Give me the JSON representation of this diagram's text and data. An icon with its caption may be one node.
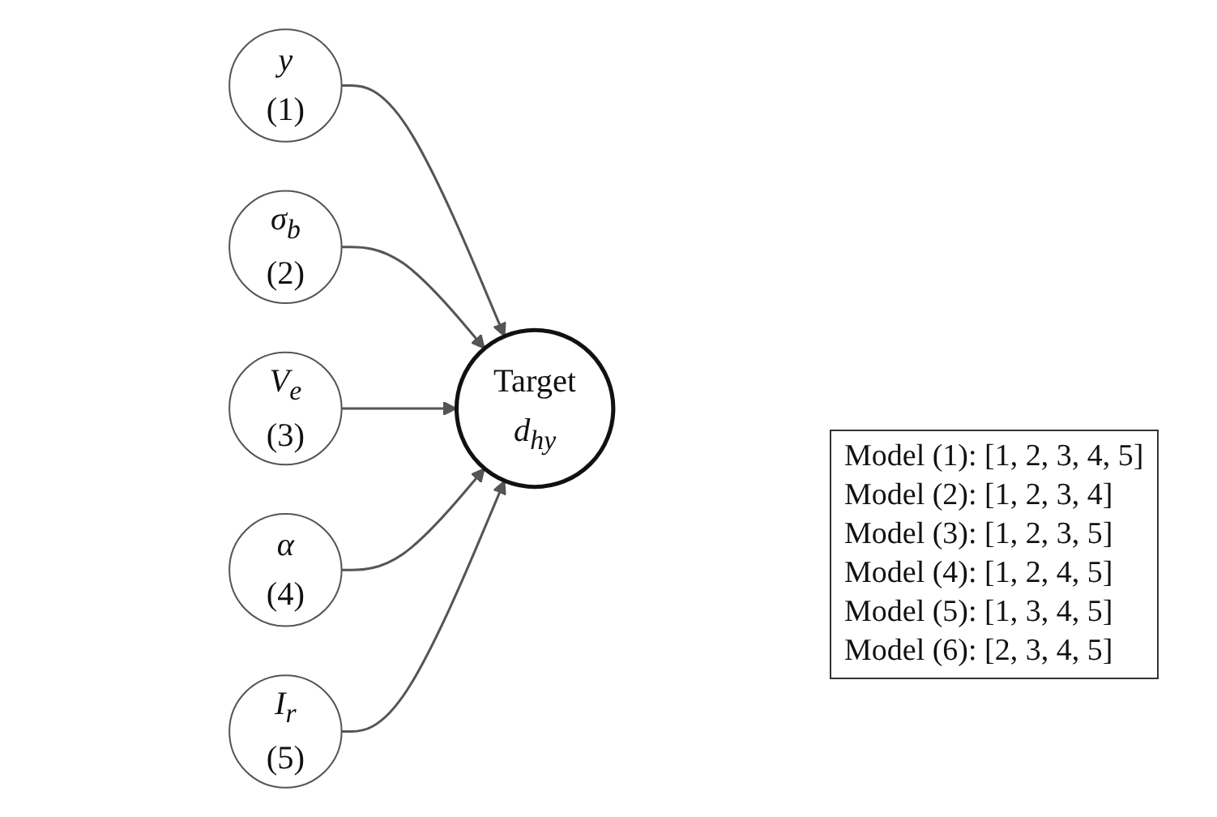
{
  "diagram": {
    "nodes": [
      {
        "text": [
          "σ$_{b}$",
          "(2)"
        ]
      },
      {
        "text": [
          "y",
          "(1)"
        ]
      },
      {
        "text": [
          "Target",
          "d$_{hy}$"
        ]
      },
      {
        "text": [
          "V$_{e}$",
          "(3)"
        ]
      },
      {
        "text": [
          "I$_{r}$",
          "(5)"
        ]
      },
      {
        "text": [
          "α",
          "(4)"
        ]
      }
    ],
    "edges": [
      {
        "from": 1,
        "to": 2,
        "arrow": "to"
      },
      {
        "from": 0,
        "to": 2,
        "arrow": "to"
      },
      {
        "from": 3,
        "to": 2,
        "arrow": "to"
      },
      {
        "from": 5,
        "to": 2,
        "arrow": "to"
      },
      {
        "from": 4,
        "to": 2,
        "arrow": "to"
      }
    ],
    "labels": [
      "Model (1): [1, 2, 3, 4, 5]",
      "Model (2): [1, 2, 3, 4]",
      "Model (3): [1, 2, 3, 5]",
      "Model (4): [1, 2, 4, 5]",
      "Model (5): [1, 3, 4, 5]",
      "Model (6): [2, 3, 4, 5]"
    ]
  }
}
